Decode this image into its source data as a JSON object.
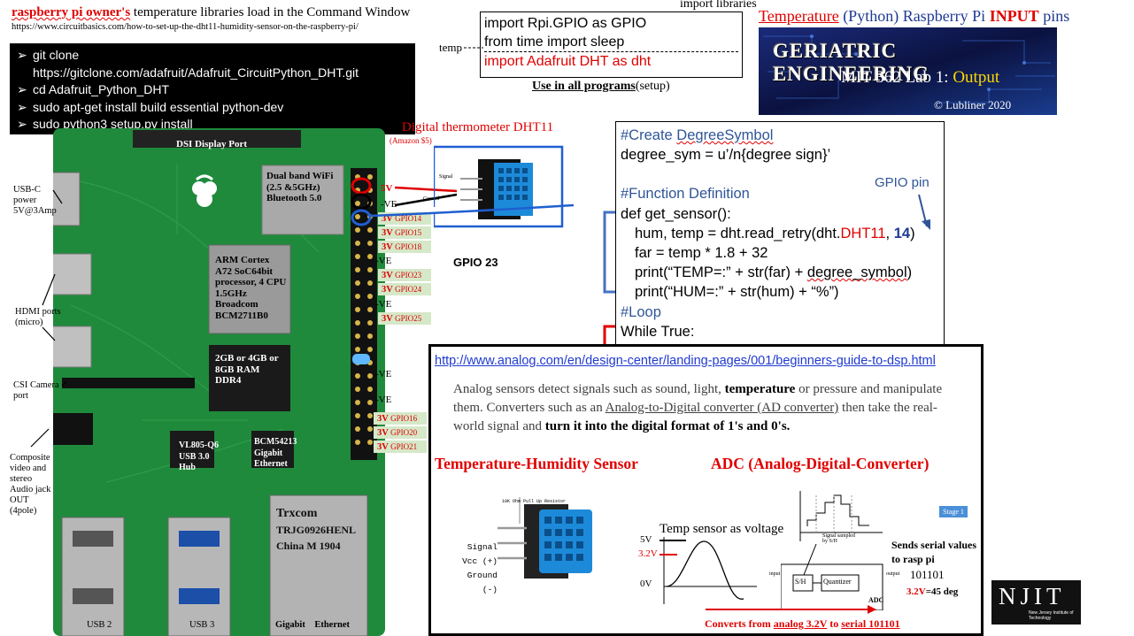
{
  "header": {
    "owner_bold": "raspberry pi owner's",
    "owner_rest": " temperature libraries load in the Command Window",
    "url": "https://www.circuitbasics.com/how-to-set-up-the-dht11-humidity-sensor-on-the-raspberry-pi/"
  },
  "commands": [
    "git clone",
    "https://gitclone.com/adafruit/Adafruit_CircuitPython_DHT.git",
    "cd  Adafruit_Python_DHT",
    "sudo apt-get install build essential python-dev",
    "sudo python3 setup.py install"
  ],
  "imports": {
    "label": "import libraries",
    "line1": "import Rpi.GPIO as GPIO",
    "line2": "from time import sleep",
    "line3": "import Adafruit DHT as dht",
    "temp_label": "temp",
    "use_all_bold": "Use in all programs",
    "use_all_rest": "(setup)"
  },
  "title": {
    "part1": "Temperature",
    "part2": "(Python) Raspberry Pi",
    "part3": "INPUT",
    "part4": "pins"
  },
  "banner": {
    "name": "GERIATRIC ENGINEERING",
    "course": "MIT 362 Lab 1:",
    "course_highlight": "Output",
    "copyright": "© Lubliner 2020"
  },
  "thermometer": {
    "title": "Digital thermometer DHT11",
    "price": "(Amazon $5)",
    "pin_signal": "Signal",
    "pin_ground": "Ground"
  },
  "gpio23": "GPIO 23",
  "board": {
    "dsi": "DSI Display Port",
    "wifi": "Dual band WiFi (2.5 &5GHz) Bluetooth 5.0",
    "cpu": "ARM Cortex A72 SoC64bit processor, 4 CPU 1.5GHz Broadcom BCM2711B0",
    "ram": "2GB or 4GB or 8GB RAM DDR4",
    "usbhub": "VL805-Q6 USB 3.0 Hub",
    "ethchip": "BCM54213 Gigabit Ethernet",
    "trx1": "Trxcom",
    "trx2": "TRJG0926HENL",
    "trx3": "China M 1904"
  },
  "side_labels": {
    "usbc": "USB-C power 5V@3Amp",
    "hdmi": "HDMI ports (micro)",
    "csi": "CSI Camera port",
    "av": "Composite video and stereo Audio jack OUT (4pole)",
    "usb2": "USB 2",
    "usb3": "USB 3",
    "gig": "Gigabit    Ethernet"
  },
  "pins": {
    "v5": "5V",
    "ve": "-VE",
    "rows": [
      {
        "v": "3V",
        "g": "GPIO14"
      },
      {
        "v": "3V",
        "g": "GPIO15"
      },
      {
        "v": "3V",
        "g": "GPIO18"
      },
      {
        "v": "3V",
        "g": "GPIO23"
      },
      {
        "v": "3V",
        "g": "GPIO24"
      },
      {
        "v": "3V",
        "g": "GPIO25"
      },
      {
        "v": "3V",
        "g": "GPIO16"
      },
      {
        "v": "3V",
        "g": "GPIO20"
      },
      {
        "v": "3V",
        "g": "GPIO21"
      }
    ]
  },
  "code": {
    "c1": "#Create ",
    "c1b": "DegreeSymbol",
    "l1": "degree_sym = u’/n{degree sign}’",
    "c2": "#Function Definition",
    "gpio_label": "GPIO pin",
    "l2": "def get_sensor():",
    "l3a": "hum, temp =    dht.read_retry(dht.",
    "l3b": "DHT11",
    "l3c": ", ",
    "l3d": "14",
    "l3e": ")",
    "l4": "far = temp * 1.8 + 32",
    "l5a": "print(“TEMP=:” + str(far) + ",
    "l5b": "degree_symbol",
    "l5c": ")",
    "l6": "print(“HUM=:” + str(hum) + “%”)",
    "c3": "#Loop",
    "l7": "While True:"
  },
  "dsp": {
    "url": "http://www.analog.com/en/design-center/landing-pages/001/beginners-guide-to-dsp.html",
    "p1": "Analog sensors detect signals such as sound, light, ",
    "p1b": "temperature",
    "p1c": " or pressure and manipulate them. Converters such as an ",
    "p1d": "Analog-to-Digital converter (AD converter)",
    "p1e": " then take the real-world signal and ",
    "p1f": "turn it into the digital format of 1's and 0's.",
    "h1": "Temperature-Humidity Sensor",
    "h2": "ADC (Analog-Digital-Converter)",
    "sensor_pins": [
      "Signal",
      "Vcc (+)",
      "Ground (-)"
    ],
    "resistor": "10K Ohm Pull Up Resistor",
    "voltage_title": "Temp sensor as voltage",
    "v5": "5V",
    "v32": "3.2V",
    "v0": "0V",
    "stage": "Stage 1",
    "sends": "Sends serial values to rasp pi",
    "binary": "101101",
    "result_red": "3.2V",
    "result_rest": "=45 deg",
    "sh": "S/H",
    "quant": "Quantizer",
    "adc": "ADC",
    "input": "input",
    "output": "output",
    "sampled": "Signal sampled by S/H",
    "conv_a": "Converts from ",
    "conv_b": "analog 3.2V",
    "conv_c": " to ",
    "conv_d": "serial 101101"
  },
  "njit": {
    "name": "NJIT",
    "sub": "New Jersey Institute of Technology"
  }
}
